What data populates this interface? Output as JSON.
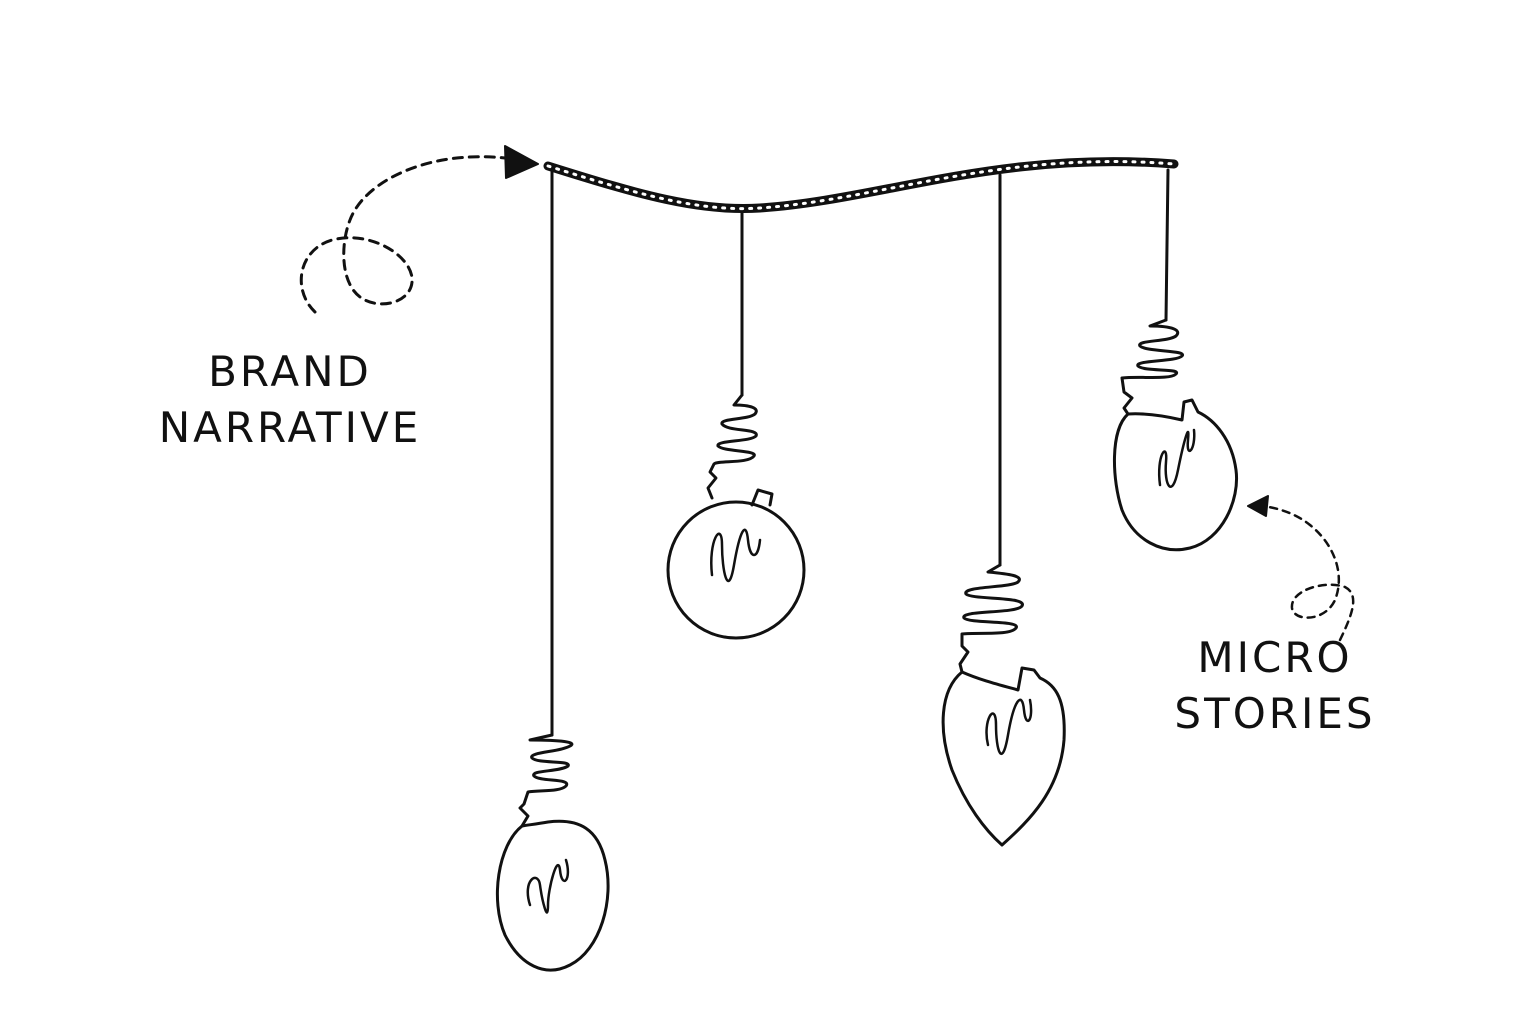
{
  "labels": {
    "brand_narrative": [
      "BRAND",
      "NARRATIVE"
    ],
    "micro_stories": [
      "MICRO",
      "STORIES"
    ]
  },
  "colors": {
    "ink": "#111111",
    "background": "#ffffff"
  },
  "elements": {
    "rope": "twisted-rope",
    "bulbs": [
      "round-bulb",
      "round-bulb",
      "teardrop-bulb",
      "oval-bulb"
    ],
    "arrows": [
      "dashed-loop-arrow",
      "dashed-loop-arrow"
    ]
  }
}
